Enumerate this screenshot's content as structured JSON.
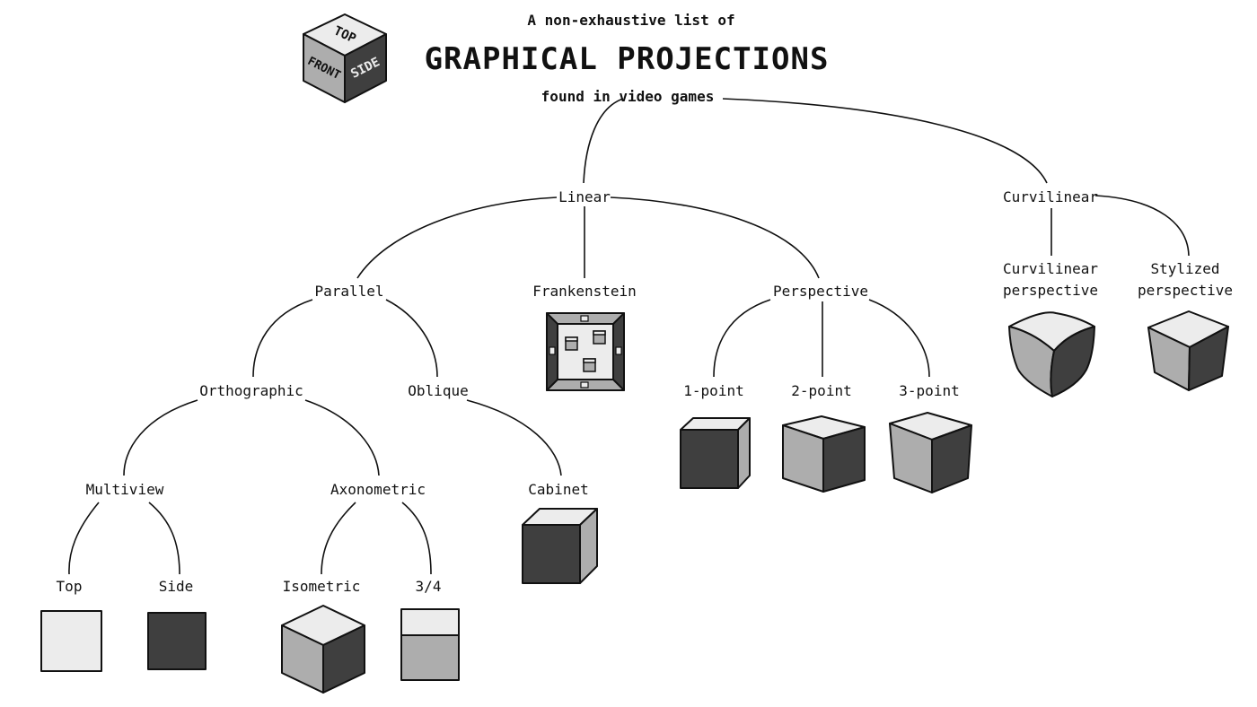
{
  "header": {
    "line1": "A non-exhaustive list of",
    "title": "GRAPHICAL PROJECTIONS",
    "line3": "found in video games",
    "logo_faces": {
      "top": "TOP",
      "front": "FRONT",
      "side": "SIDE"
    }
  },
  "tree": {
    "linear": "Linear",
    "curvilinear": "Curvilinear",
    "parallel": "Parallel",
    "frankenstein": "Frankenstein",
    "perspective": "Perspective",
    "orthographic": "Orthographic",
    "oblique": "Oblique",
    "multiview": "Multiview",
    "axonometric": "Axonometric",
    "cabinet": "Cabinet",
    "top": "Top",
    "side": "Side",
    "isometric": "Isometric",
    "three_quarter": "3/4",
    "one_point": "1-point",
    "two_point": "2-point",
    "three_point": "3-point",
    "curvilinear_perspective": [
      "Curvilinear",
      "perspective"
    ],
    "stylized_perspective": [
      "Stylized",
      "perspective"
    ]
  },
  "colors": {
    "light": "#ececec",
    "mid": "#adadad",
    "dark": "#3f3f3f",
    "line": "#111111"
  },
  "icons": [
    "isometric-logo-cube-icon",
    "frankenstein-room-icon",
    "cube-icon"
  ]
}
